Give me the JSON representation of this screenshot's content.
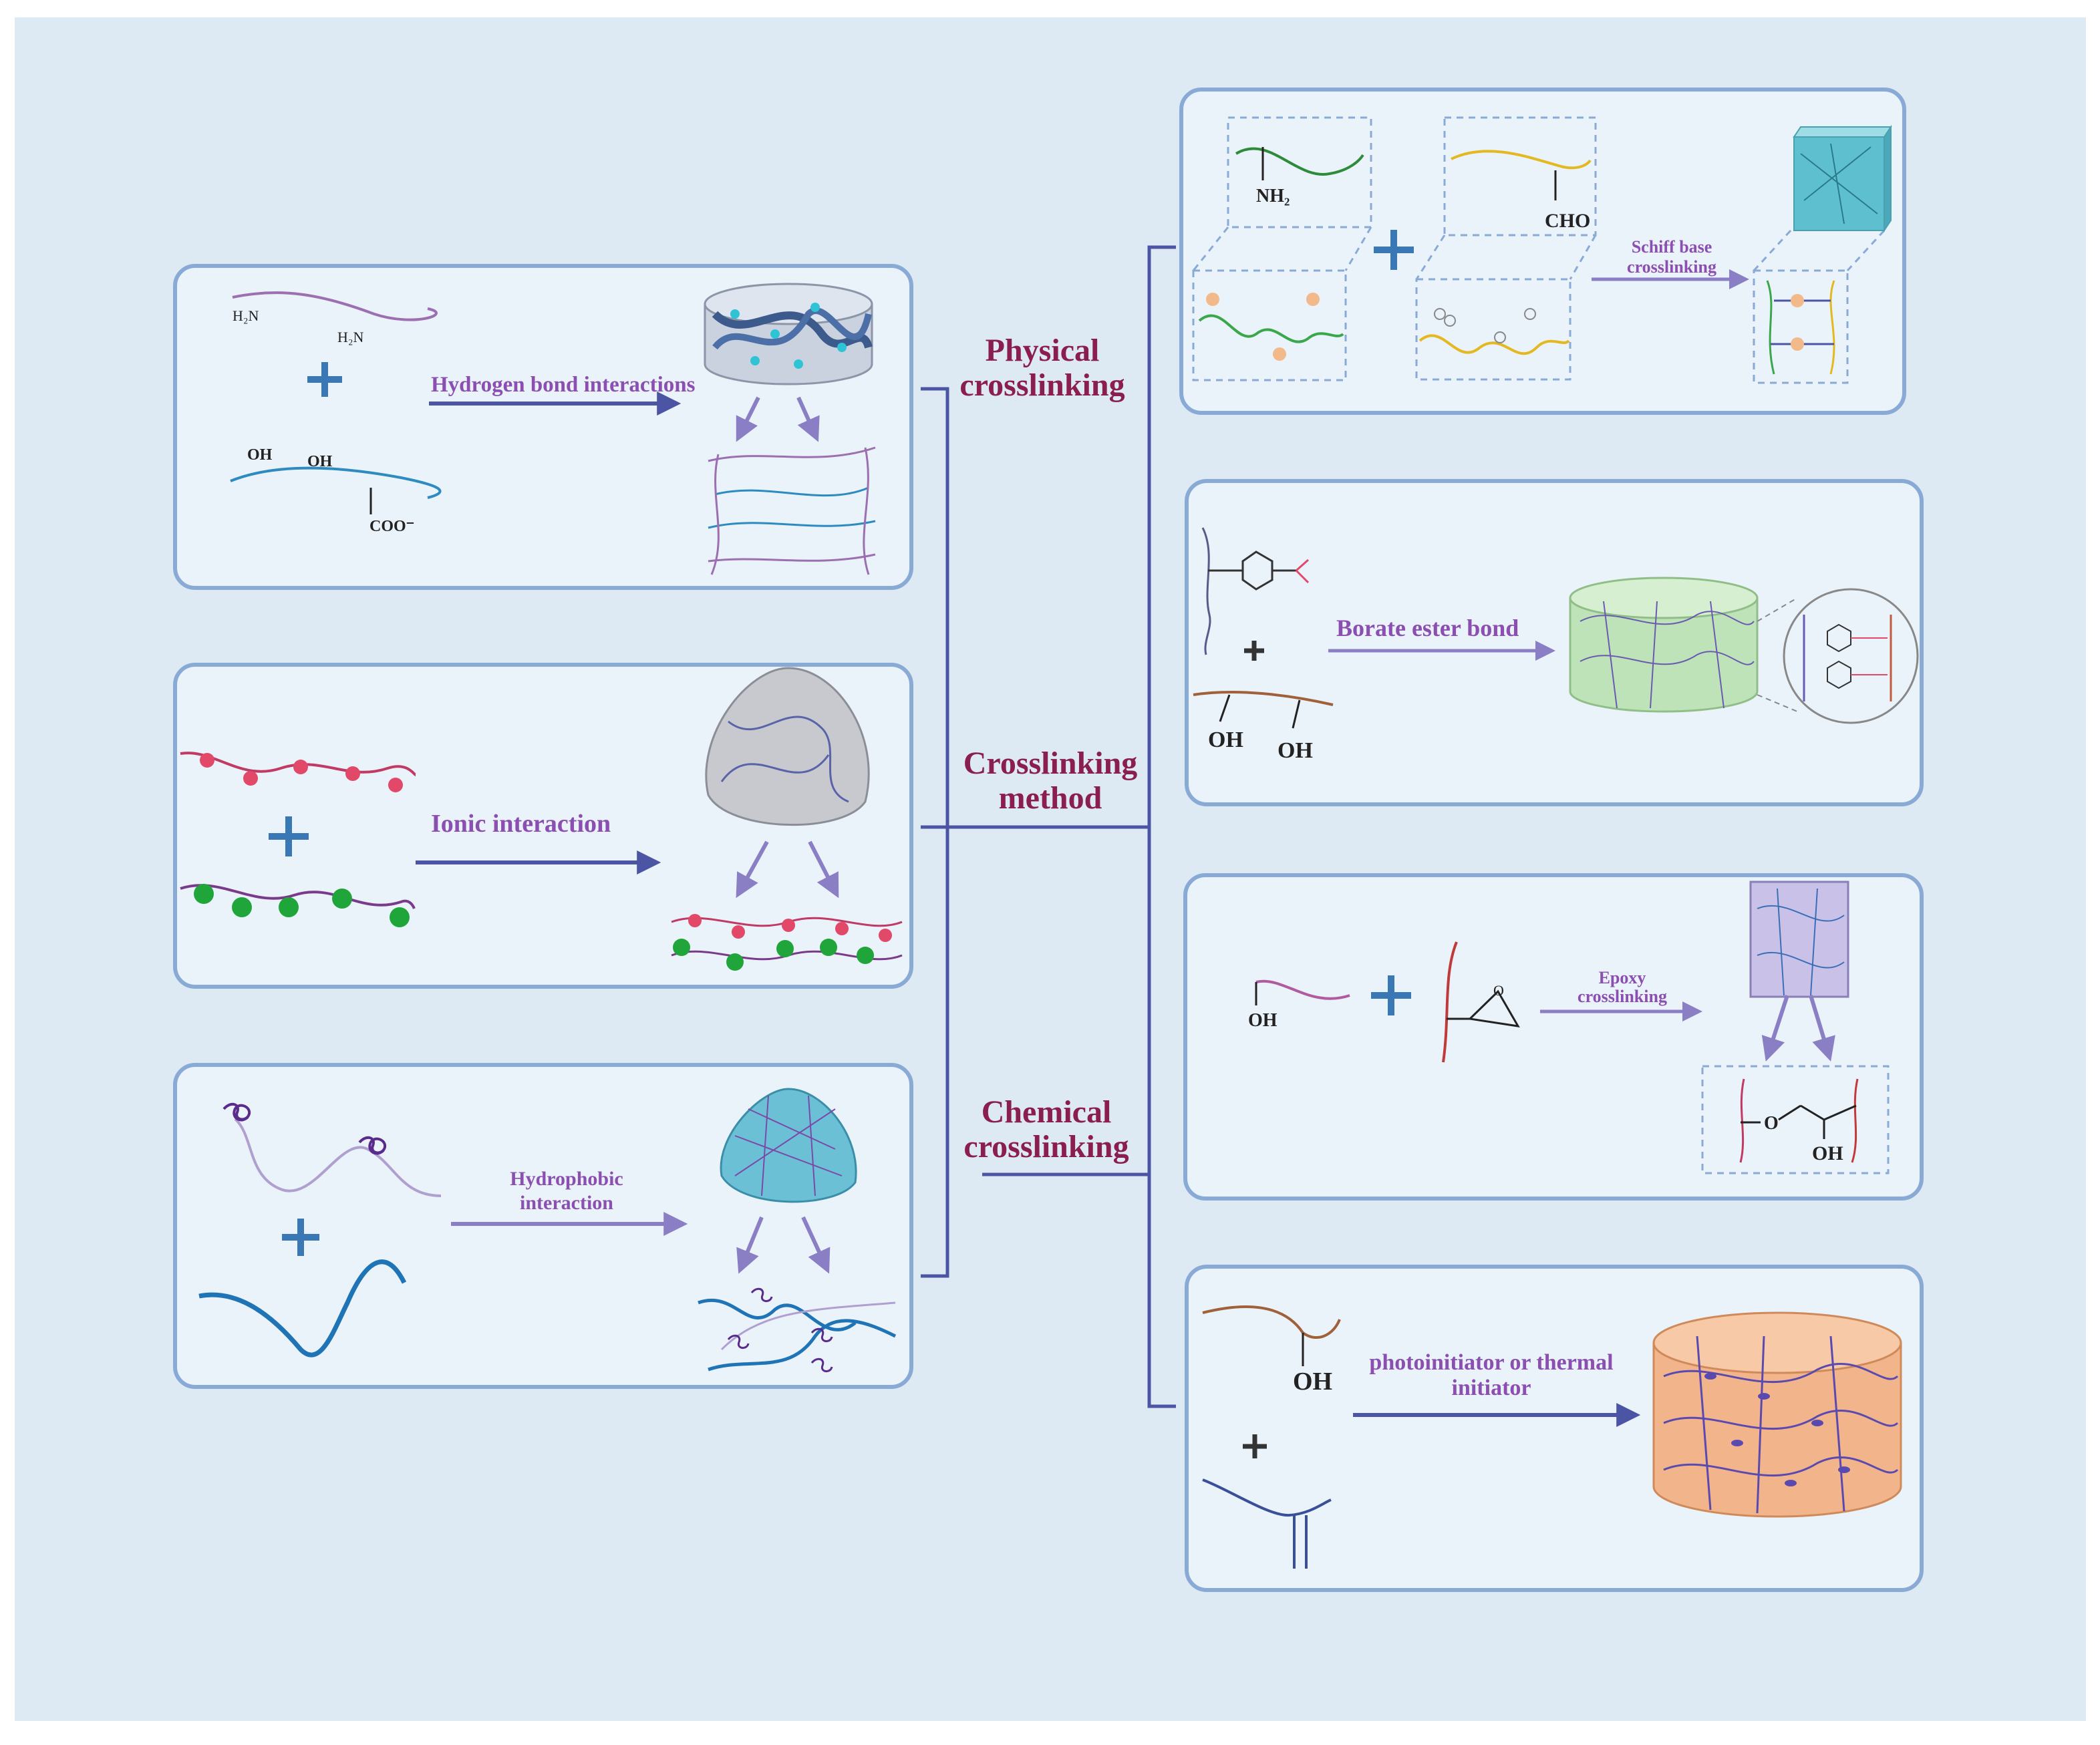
{
  "center": {
    "physical": [
      "Physical",
      "crosslinking"
    ],
    "method": [
      "Crosslinking",
      "method"
    ],
    "chemical": [
      "Chemical",
      "crosslinking"
    ]
  },
  "hydrogen": {
    "label": "Hydrogen bond interactions",
    "amide_group": "H₂N",
    "hydroxyl": "OH",
    "carboxylate": "COO⁻"
  },
  "ionic": {
    "label": "Ionic interaction"
  },
  "hydrophobic": {
    "label": [
      "Hydrophobic",
      "interaction"
    ]
  },
  "schiff": {
    "amine": "NH₂",
    "aldehyde": "CHO",
    "label": [
      "Schiff base",
      "crosslinking"
    ]
  },
  "borate": {
    "label": "Borate ester bond",
    "oh": "OH"
  },
  "epoxy": {
    "label": [
      "Epoxy",
      "crosslinking"
    ],
    "oh": "OH",
    "o": "O"
  },
  "photo": {
    "label": [
      "photoinitiator or thermal",
      "initiator"
    ],
    "oh": "OH"
  },
  "colors": {
    "background": "#dde9f3",
    "panel": "#eaf2fa",
    "panel_border": "#8aaad6",
    "title": "#8a1f4f",
    "arrow": "#4b55a3",
    "label_purple": "#8a4fb0",
    "plus": "#3a78b5"
  }
}
